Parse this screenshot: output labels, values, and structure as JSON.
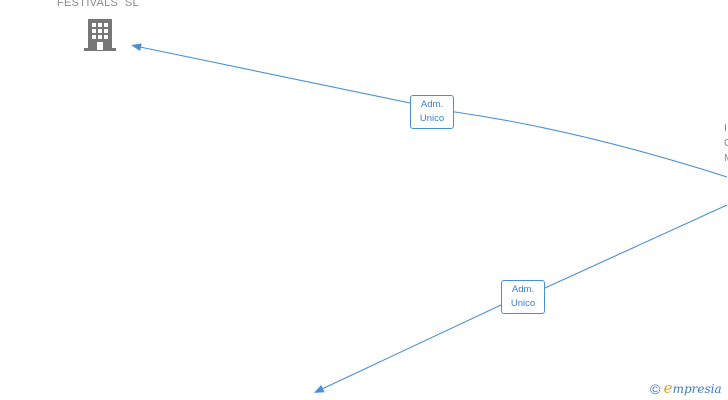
{
  "company_node": {
    "name": "FESTIVALS  SL",
    "icon": "building-icon"
  },
  "center_node": {
    "lines": [
      "I",
      "C",
      "M"
    ]
  },
  "edges": [
    {
      "label_line1": "Adm.",
      "label_line2": "Unico"
    },
    {
      "label_line1": "Adm.",
      "label_line2": "Unico"
    }
  ],
  "branding": {
    "copyright_symbol": "©",
    "initial": "e",
    "rest": "mpresia"
  },
  "colors": {
    "edge": "#4a8fd6",
    "node_text": "#8a8a8a",
    "icon": "#777777"
  }
}
